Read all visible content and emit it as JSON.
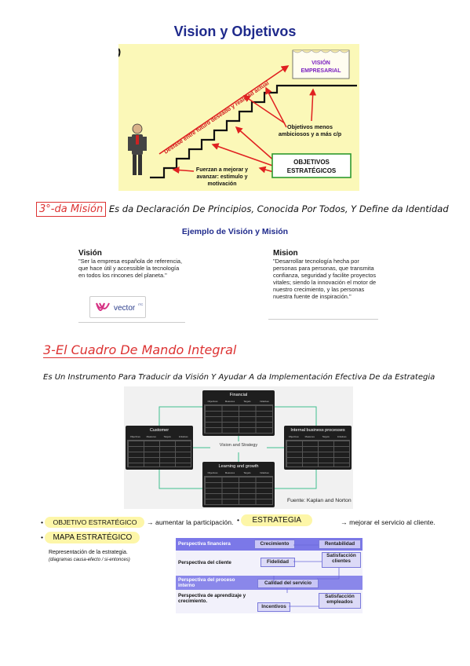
{
  "page": {
    "title": "Vision y Objetivos"
  },
  "stair_figure": {
    "vision_label_1": "VISIÓN",
    "vision_label_2": "EMPRESARIAL",
    "diagonal_label": "Desfase entre futuro deseado y realidad actual",
    "menos_label_1": "Objetivos menos",
    "menos_label_2": "ambiciosos y a más c/p",
    "fuerzan_label_1": "Fuerzan a mejorar y",
    "fuerzan_label_2": "avanzar: estimulo y",
    "fuerzan_label_3": "motivación",
    "objetivos_label_1": "OBJETIVOS",
    "objetivos_label_2": "ESTRATÉGICOS",
    "colors": {
      "background": "#fbf8b8",
      "arrow": "#e02020",
      "vision_text": "#7a1fbf",
      "box_border": "#2e9a2e"
    }
  },
  "mision_section": {
    "heading": "3°-da Misión",
    "definition": "Es da Declaración De Principios, Conocida Por Todos, Y Define da Identidad",
    "example_title": "Ejemplo de Visión y Misión",
    "vision_title": "Visión",
    "vision_text": "\"Ser la empresa española de referencia, que hace útil y accessible la tecnología en todos los rincones del planeta.\"",
    "mision_title": "Mision",
    "mision_text": "\"Desarrollar tecnología hecha por personas para personas, que transmita confianza, seguridad y facilite proyectos vitales; siendo la innovación el motor de nuestro crecimiento, y las personas nuestra fuente de inspiración.\"",
    "logo_text": "vector",
    "logo_sup": "ITC"
  },
  "cmi_section": {
    "heading": "3-El Cuadro De Mando Integral",
    "description": "Es Un Instrumento Para Traducir da Visión Y Ayudar A da Implementación Efectiva De da Estrategia",
    "bsc": {
      "financial": "Financial",
      "customer": "Customer",
      "internal": "Internal business processes",
      "learning": "Learning and growth",
      "center": "Vision and Strategy",
      "columns": [
        "Objectives",
        "Measures",
        "Targets",
        "Initiatives"
      ],
      "source": "Fuente: Kaplan and Norton"
    }
  },
  "bullets": {
    "objetivo": "OBJETIVO ESTRATÉGICO",
    "objetivo_note": "→ aumentar la participación.",
    "estrategia": "ESTRATEGIA",
    "estrategia_note": "→ mejorar el servicio al cliente.",
    "mapa": "MAPA ESTRATÉGICO",
    "mapa_desc": "Representación de la estrategia.",
    "mapa_sub": "(diagramas causa-efecto / si-entonces)"
  },
  "strategy_map": {
    "rows": [
      {
        "label": "Perspectiva financiera"
      },
      {
        "label": "Perspectiva del cliente"
      },
      {
        "label": "Perspectiva del proceso interno"
      },
      {
        "label": "Perspectiva de aprendizaje y crecimiento."
      }
    ],
    "objectives": {
      "crecimiento": "Crecimiento",
      "rentabilidad": "Rentabilidad",
      "fidelidad": "Fidelidad",
      "satisfaccion_clientes": "Satisfacción clientes",
      "calidad": "Calidad del servicio",
      "incentivos": "Incentivos",
      "satisfaccion_empleados": "Satisfacción empleados"
    }
  }
}
